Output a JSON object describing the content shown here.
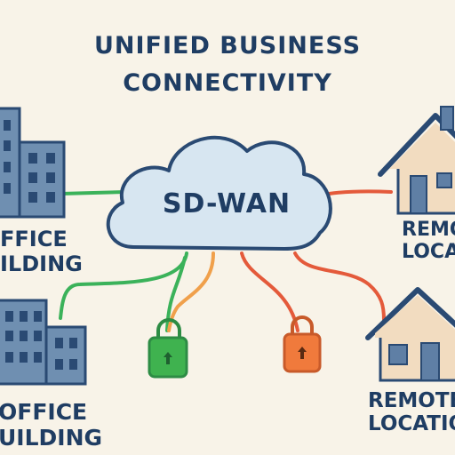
{
  "title": {
    "line1": "UNIFIED BUSINESS",
    "line2": "CONNECTIVITY"
  },
  "hub": {
    "label": "SD-WAN"
  },
  "nodes": {
    "office_top": {
      "line1": "FFICE",
      "line2": "ILDING"
    },
    "office_bottom": {
      "line1": "OFFICE",
      "line2": "UILDING"
    },
    "remote_top": {
      "line1": "REMO",
      "line2": "LOCA"
    },
    "remote_bottom": {
      "line1": "REMOTE",
      "line2": "LOCATIO"
    }
  },
  "colors": {
    "background": "#f8f3e8",
    "cloud_fill": "#d7e6f1",
    "outline": "#2a4a73",
    "building": "#6f8fb1",
    "house_wall": "#f2dcc0",
    "house_roof": "#5f7fa5",
    "line_green": "#3bb25a",
    "line_orange": "#f0a04b",
    "line_red": "#e45a3b",
    "lock_green": "#3fb24f",
    "lock_orange": "#f07a3c"
  },
  "icons": [
    "office-building-icon",
    "house-icon",
    "padlock-icon",
    "cloud-icon"
  ]
}
